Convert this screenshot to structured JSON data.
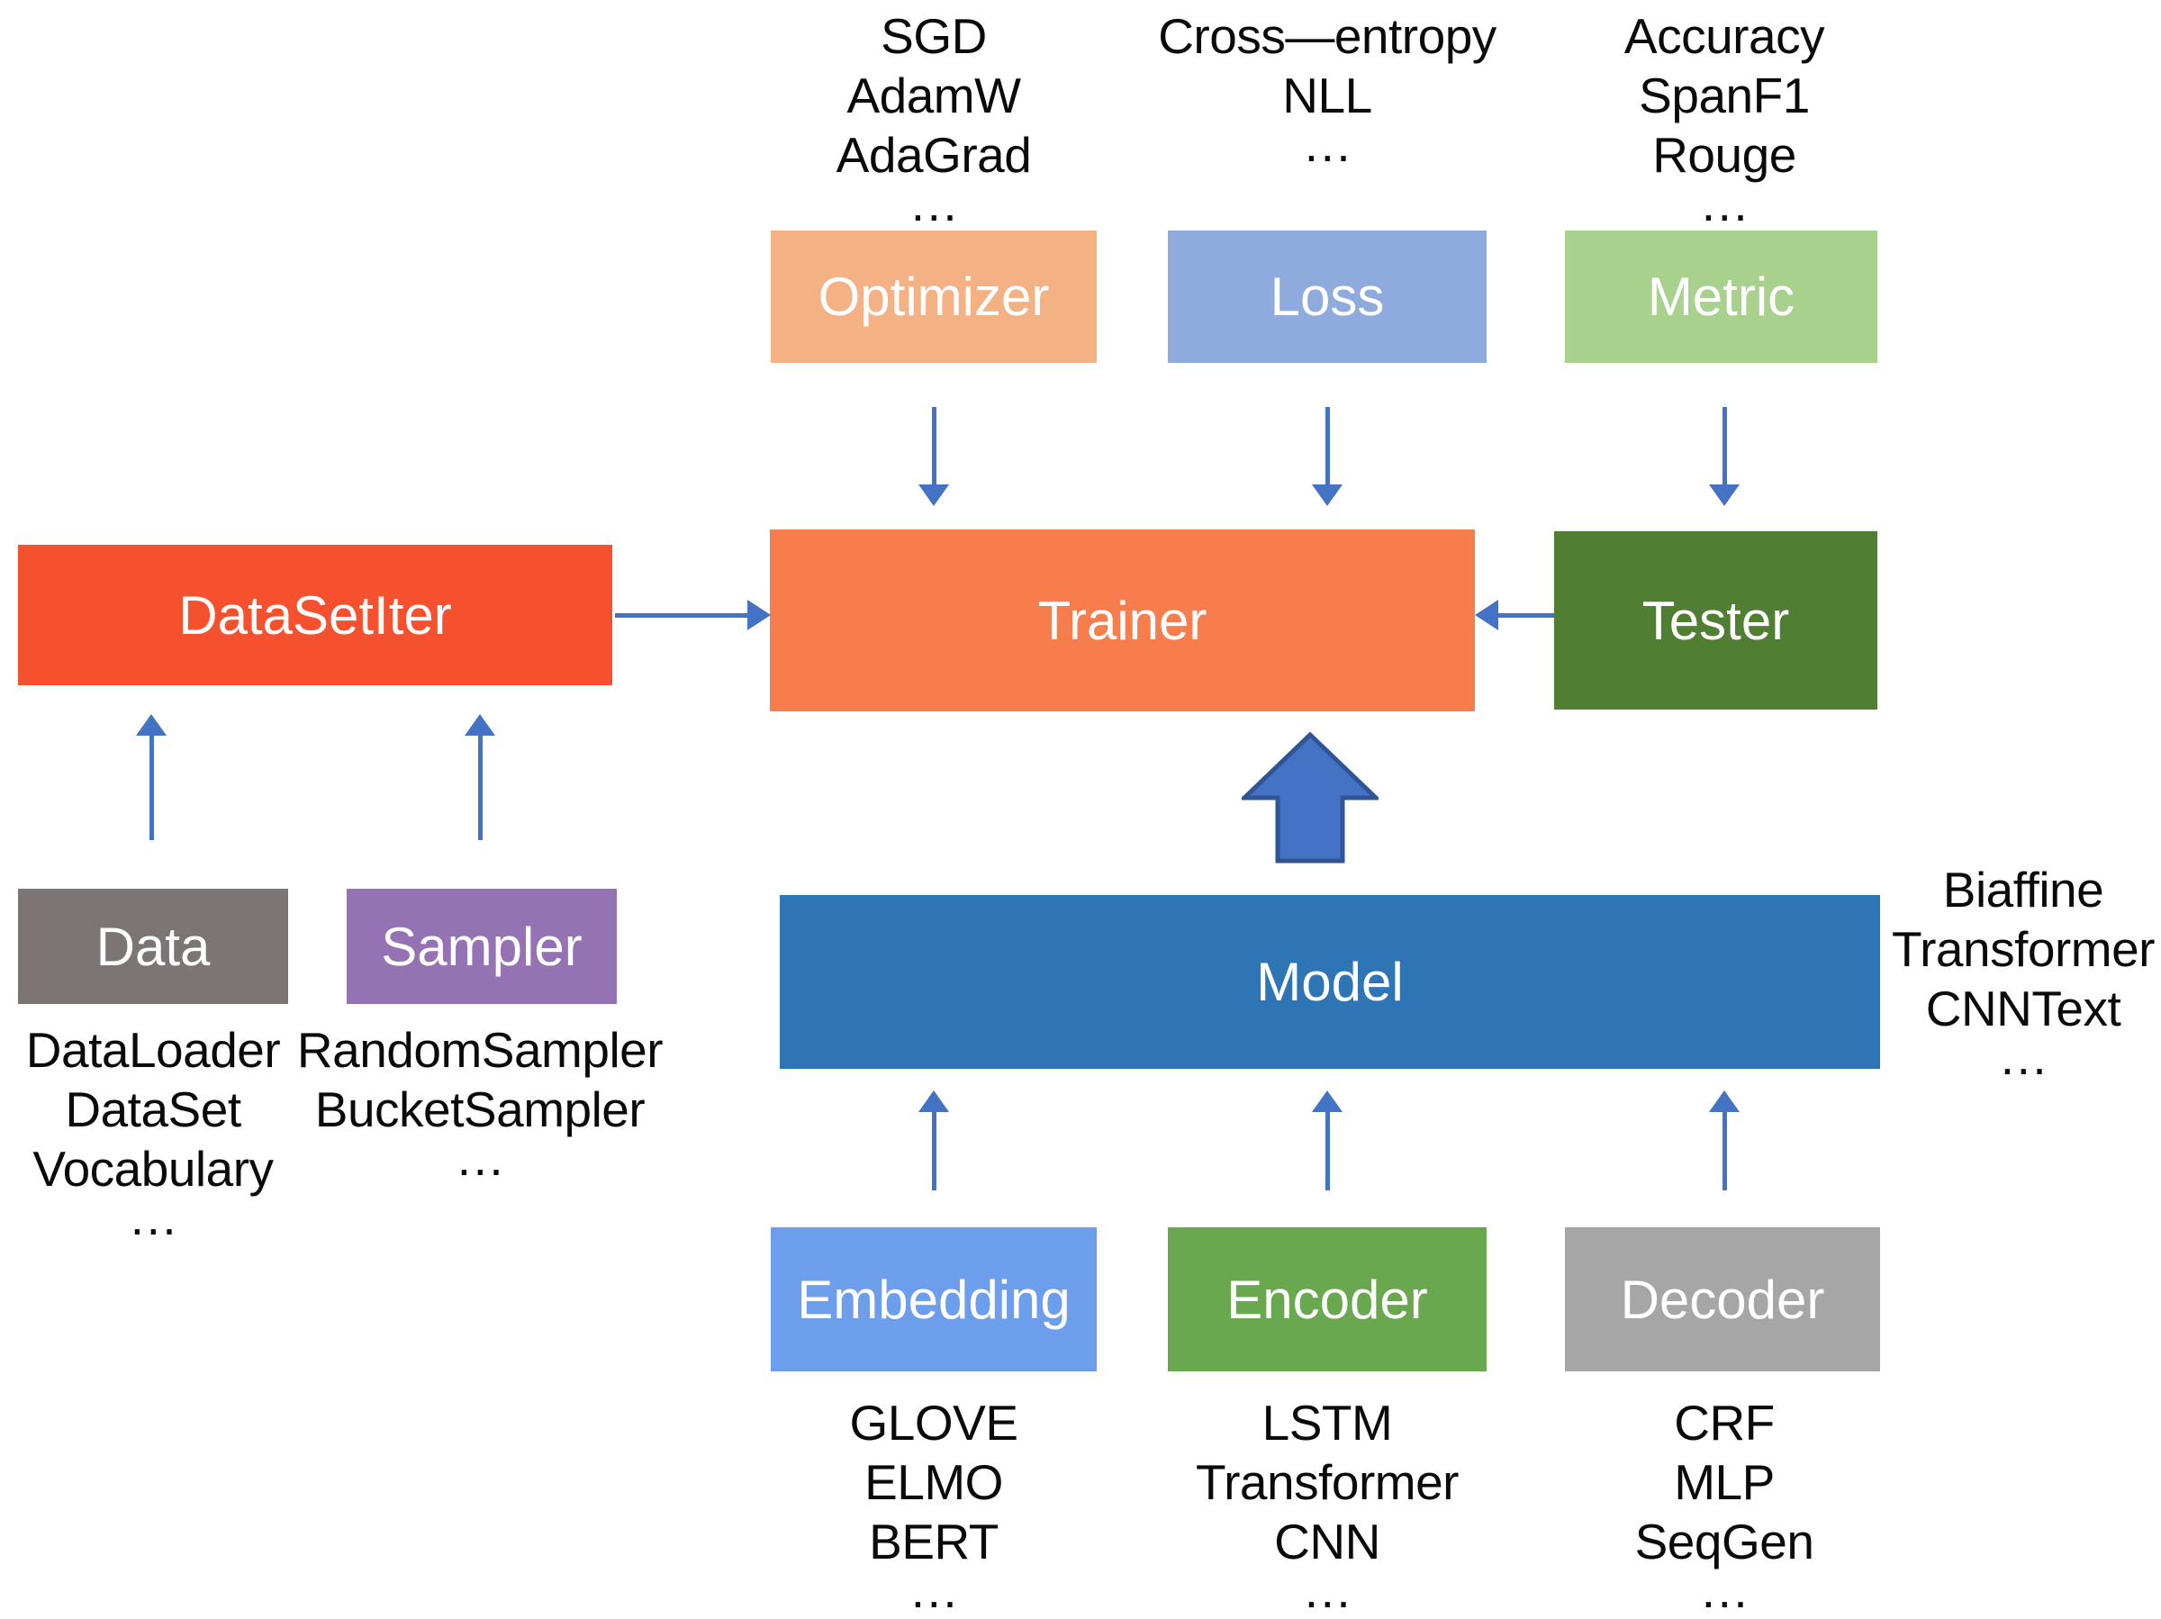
{
  "canvas": {
    "background": "#FFFFFF",
    "text_color": "#0A0A0A"
  },
  "arrows": {
    "color": "#4472C4",
    "block_arrow_fill": "#4472C4",
    "block_arrow_stroke": "#2F5597"
  },
  "optimizer": {
    "label": "Optimizer",
    "color": "#F4B183",
    "items": [
      "SGD",
      "AdamW",
      "AdaGrad",
      "···"
    ]
  },
  "loss": {
    "label": "Loss",
    "color": "#8FAADC",
    "items": [
      "Cross—entropy",
      "NLL",
      "···"
    ]
  },
  "metric": {
    "label": "Metric",
    "color": "#A9D18E",
    "items": [
      "Accuracy",
      "SpanF1",
      "Rouge",
      "···"
    ]
  },
  "datasetiter": {
    "label": "DataSetIter",
    "color": "#F6512E"
  },
  "trainer": {
    "label": "Trainer",
    "color": "#F87D4D"
  },
  "tester": {
    "label": "Tester",
    "color": "#507E32"
  },
  "data": {
    "label": "Data",
    "color": "#7B7575",
    "items": [
      "DataLoader",
      "DataSet",
      "Vocabulary",
      "···"
    ]
  },
  "sampler": {
    "label": "Sampler",
    "color": "#9472B4",
    "items": [
      "RandomSampler",
      "BucketSampler",
      "···"
    ]
  },
  "model": {
    "label": "Model",
    "color": "#2E75B6",
    "items": [
      "Biaffine",
      "Transformer",
      "CNNText",
      "···"
    ]
  },
  "embedding": {
    "label": "Embedding",
    "color": "#6D9EEB",
    "items": [
      "GLOVE",
      "ELMO",
      "BERT",
      "···"
    ]
  },
  "encoder": {
    "label": "Encoder",
    "color": "#6AA84F",
    "items": [
      "LSTM",
      "Transformer",
      "CNN",
      "···"
    ]
  },
  "decoder": {
    "label": "Decoder",
    "color": "#A6A6A6",
    "items": [
      "CRF",
      "MLP",
      "SeqGen",
      "···"
    ]
  }
}
